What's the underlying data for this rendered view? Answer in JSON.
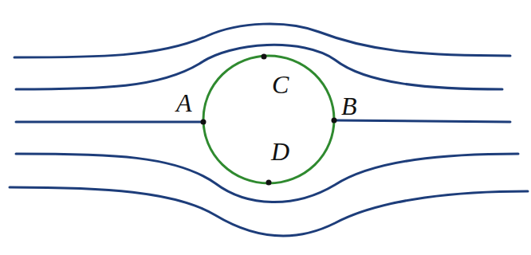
{
  "diagram": {
    "labels": [
      "C",
      "A",
      "B",
      "D"
    ]
  }
}
